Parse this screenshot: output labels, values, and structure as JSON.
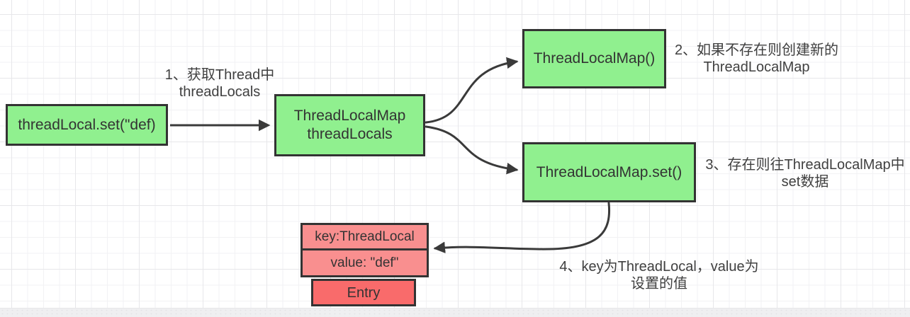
{
  "diagram": {
    "description": "ThreadLocal set flow diagram",
    "colors": {
      "node_green": "#90F08F",
      "entry_pink": "#F98F8F",
      "entry_red": "#F96B6B",
      "node_border": "#333333",
      "arrow": "#3A3A3A",
      "node_text": "#333333",
      "annotation_text": "#404040",
      "canvas_bg": "#FFFFFF",
      "grid_minor": "#F2F2F4",
      "grid_major": "#E7E7EA",
      "bottom_bar": "#EFEFF1"
    },
    "nodes": {
      "threadlocal_set_call": {
        "label": "threadLocal.set(\"def)"
      },
      "thread_threadlocals": {
        "line1": "ThreadLocalMap",
        "line2": "threadLocals"
      },
      "threadlocalmap_constructor": {
        "label": "ThreadLocalMap()"
      },
      "threadlocalmap_set": {
        "label": "ThreadLocalMap.set()"
      },
      "entry_key": {
        "label": "key:ThreadLocal"
      },
      "entry_value": {
        "label": "value: \"def\""
      },
      "entry": {
        "label": "Entry"
      }
    },
    "annotations": {
      "step1": {
        "line1": "1、获取Thread中",
        "line2": "threadLocals"
      },
      "step2": {
        "line1": "2、如果不存在则创建新的",
        "line2": "ThreadLocalMap"
      },
      "step3": {
        "line1": "3、存在则往ThreadLocalMap中",
        "line2": "set数据"
      },
      "step4": {
        "line1": "4、key为ThreadLocal，value为",
        "line2": "设置的值"
      }
    }
  }
}
